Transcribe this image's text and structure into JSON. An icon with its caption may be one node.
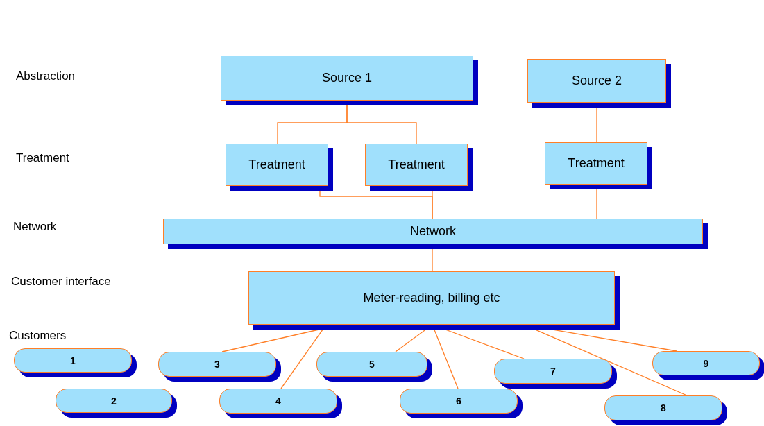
{
  "diagram": {
    "nodes": [
      {
        "text": [
          "Source 1"
        ]
      },
      {
        "text": [
          "Source 2"
        ]
      },
      {
        "text": [
          "Treatment"
        ]
      },
      {
        "text": [
          "Treatment"
        ]
      },
      {
        "text": [
          "Treatment"
        ]
      },
      {
        "text": [
          "Network"
        ]
      },
      {
        "text": [
          "Meter-reading, billing etc"
        ]
      },
      {
        "text": [
          "1"
        ]
      },
      {
        "text": [
          "2"
        ]
      },
      {
        "text": [
          "3"
        ]
      },
      {
        "text": [
          "4"
        ]
      },
      {
        "text": [
          "5"
        ]
      },
      {
        "text": [
          "6"
        ]
      },
      {
        "text": [
          "7"
        ]
      },
      {
        "text": [
          "8"
        ]
      },
      {
        "text": [
          "9"
        ]
      }
    ],
    "edges": [
      {
        "from": 0,
        "to": 2,
        "arrow": "none"
      },
      {
        "from": 0,
        "to": 3,
        "arrow": "none"
      },
      {
        "from": 1,
        "to": 4,
        "arrow": "none"
      },
      {
        "from": 2,
        "to": 5,
        "arrow": "none"
      },
      {
        "from": 3,
        "to": 5,
        "arrow": "none"
      },
      {
        "from": 4,
        "to": 5,
        "arrow": "none"
      },
      {
        "from": 5,
        "to": 6,
        "arrow": "none"
      },
      {
        "from": 6,
        "to": 9,
        "arrow": "none"
      },
      {
        "from": 6,
        "to": 10,
        "arrow": "none"
      },
      {
        "from": 6,
        "to": 11,
        "arrow": "none"
      },
      {
        "from": 6,
        "to": 12,
        "arrow": "none"
      },
      {
        "from": 6,
        "to": 13,
        "arrow": "none"
      },
      {
        "from": 6,
        "to": 14,
        "arrow": "none"
      },
      {
        "from": 6,
        "to": 15,
        "arrow": "none"
      }
    ],
    "labels": [
      "Abstraction",
      "Treatment",
      "Network",
      "Customer interface",
      "Customers"
    ]
  }
}
